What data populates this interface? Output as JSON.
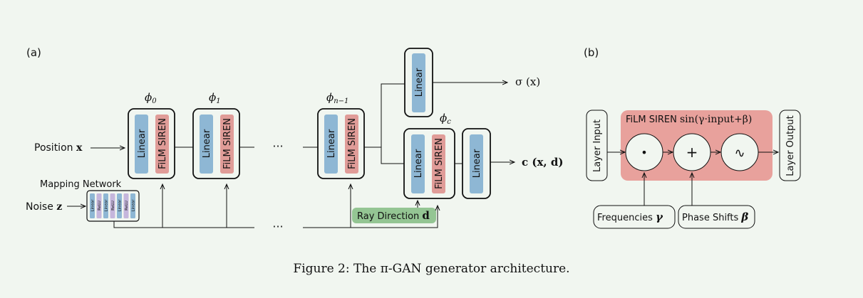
{
  "panels": {
    "a": "(a)",
    "b": "(b)"
  },
  "inputs": {
    "position": "Position",
    "position_sym": "x",
    "noise": "Noise",
    "noise_sym": "z",
    "mapping_network": "Mapping Network",
    "mapping_layers": [
      "Linear",
      "ReLU",
      "Linear",
      "ReLU",
      "Linear",
      "ReLU",
      "Linear"
    ]
  },
  "blocks": {
    "phi_0": "ϕ",
    "phi_0_sub": "0",
    "phi_1": "ϕ",
    "phi_1_sub": "1",
    "phi_n1": "ϕ",
    "phi_n1_sub": "n−1",
    "phi_c": "ϕ",
    "phi_c_sub": "c",
    "linear": "Linear",
    "film_siren": "FiLM SIREN",
    "ellipsis": "···"
  },
  "ray_direction": {
    "label": "Ray Direction",
    "sym": "d"
  },
  "outputs": {
    "sigma": "σ (x)",
    "color": "c (x, d)"
  },
  "film_panel": {
    "title": "FiLM SIREN",
    "formula": "sin(γ·input+β)",
    "layer_input": "Layer Input",
    "layer_output": "Layer Output",
    "op_mul": "•",
    "op_add": "+",
    "op_sin": "∿",
    "frequencies": "Frequencies",
    "frequencies_sym": "γ",
    "phase_shifts": "Phase Shifts",
    "phase_shifts_sym": "β"
  },
  "caption": "Figure 2: The π-GAN generator architecture.",
  "colors": {
    "linear": "#8eb7d4",
    "film": "#e09c98",
    "ray": "#94c593",
    "film_panel_bg": "#e8a19c",
    "background": "#f1f6f0"
  }
}
